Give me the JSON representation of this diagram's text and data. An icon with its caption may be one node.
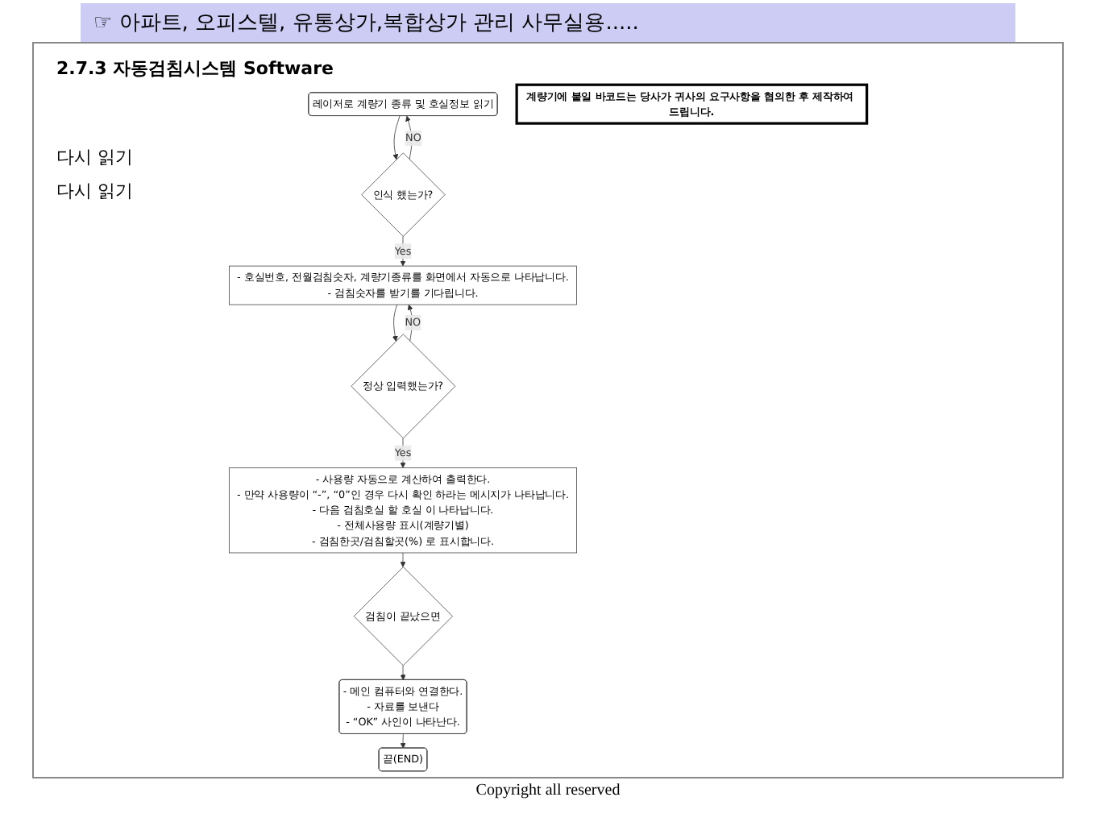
{
  "diagram": {
    "title": "☞ 아파트, 오피스텔, 유통상가,복합상가 관리 사무실용.....",
    "caption": "Copyright all reserved",
    "nodes": [
      {
        "text": [
          "레이저로 계량기 종류 및 호실정보 읽기"
        ]
      },
      {
        "text": [
          "인식 했는가?"
        ]
      },
      {
        "text": [
          "- 호실번호, 전월검침숫자, 계량기종류를 화면에서 자동으로 나타납니다.",
          "- 검침숫자를 받기를 기다립니다."
        ]
      },
      {
        "text": [
          "정상 입력했는가?"
        ]
      },
      {
        "text": [
          "- 사용량 자동으로 계산하여 출력한다.",
          "- 만약 사용량이 “-”, “0”인 경우 다시 확인 하라는 메시지가 나타납니다.",
          "- 다음 검침호실 할 호실 이 나타납니다.",
          "- 전체사용량 표시(계량기별)",
          "- 검침한곳/검침할곳(%) 로 표시합니다."
        ]
      },
      {
        "text": [
          "검침이 끝났으면"
        ]
      },
      {
        "text": [
          "- 메인 컴퓨터와 연결한다.",
          "- 자료를 보낸다",
          "- “OK” 사인이 나타난다."
        ]
      },
      {
        "text": [
          "끝(END)"
        ]
      },
      {
        "text": [
          "계량기에 붙일 바코드는 당사가 귀사의 요구사항을 협의한 후 제작하여 드립니다."
        ]
      }
    ],
    "edges": [
      {
        "from": 0,
        "to": 1,
        "arrow": "to"
      },
      {
        "from": 1,
        "to": 0,
        "arrow": "to",
        "label": "NO"
      },
      {
        "from": 1,
        "to": 2,
        "arrow": "to",
        "label": "Yes"
      },
      {
        "from": 2,
        "to": 3,
        "arrow": "to"
      },
      {
        "from": 3,
        "to": 2,
        "arrow": "to",
        "label": "NO"
      },
      {
        "from": 3,
        "to": 4,
        "arrow": "to",
        "label": "Yes"
      },
      {
        "from": 4,
        "to": 5,
        "arrow": "to"
      },
      {
        "from": 5,
        "to": 6,
        "arrow": "to"
      },
      {
        "from": 6,
        "to": 7,
        "arrow": "to"
      }
    ],
    "labels": [
      "2.7.3 자동검침시스템 Software",
      "다시 읽기",
      "다시 읽기"
    ]
  }
}
